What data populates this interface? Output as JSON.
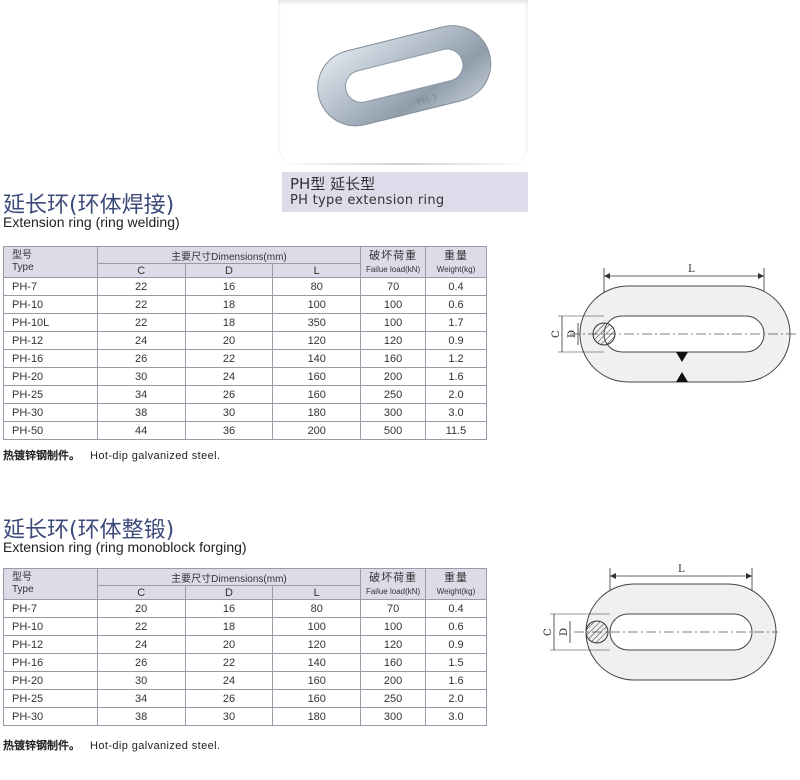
{
  "caption": {
    "cn": "PH型 延长型",
    "en": "PH type extension ring"
  },
  "sections": [
    {
      "title": "延长环(环体焊接)",
      "subtitle": "Extension ring (ring welding)",
      "header": {
        "type_cn": "型号",
        "type_en": "Type",
        "dimensions": "主要尺寸Dimensions(mm)",
        "c": "C",
        "d": "D",
        "l": "L",
        "failure_cn": "破坏荷重",
        "failure_en": "Failue load(kN)",
        "weight_cn": "重量",
        "weight_en": "Weight(kg)"
      },
      "rows": [
        [
          "PH-7",
          "22",
          "16",
          "80",
          "70",
          "0.4"
        ],
        [
          "PH-10",
          "22",
          "18",
          "100",
          "100",
          "0.6"
        ],
        [
          "PH-10L",
          "22",
          "18",
          "350",
          "100",
          "1.7"
        ],
        [
          "PH-12",
          "24",
          "20",
          "120",
          "120",
          "0.9"
        ],
        [
          "PH-16",
          "26",
          "22",
          "140",
          "160",
          "1.2"
        ],
        [
          "PH-20",
          "30",
          "24",
          "160",
          "200",
          "1.6"
        ],
        [
          "PH-25",
          "34",
          "26",
          "160",
          "250",
          "2.0"
        ],
        [
          "PH-30",
          "38",
          "30",
          "180",
          "300",
          "3.0"
        ],
        [
          "PH-50",
          "44",
          "36",
          "200",
          "500",
          "11.5"
        ]
      ],
      "note_cn": "热镀锌钢制件。",
      "note_en": "Hot-dip galvanized steel.",
      "diagram": {
        "l": "L",
        "c": "C",
        "d": "D"
      }
    },
    {
      "title": "延长环(环体整锻)",
      "subtitle": "Extension ring  (ring monoblock forging)",
      "header": {
        "type_cn": "型号",
        "type_en": "Type",
        "dimensions": "主要尺寸Dimensions(mm)",
        "c": "C",
        "d": "D",
        "l": "L",
        "failure_cn": "破坏荷重",
        "failure_en": "Failue load(kN)",
        "weight_cn": "重量",
        "weight_en": "Weight(kg)"
      },
      "rows": [
        [
          "PH-7",
          "20",
          "16",
          "80",
          "70",
          "0.4"
        ],
        [
          "PH-10",
          "22",
          "18",
          "100",
          "100",
          "0.6"
        ],
        [
          "PH-12",
          "24",
          "20",
          "120",
          "120",
          "0.9"
        ],
        [
          "PH-16",
          "26",
          "22",
          "140",
          "160",
          "1.5"
        ],
        [
          "PH-20",
          "30",
          "24",
          "160",
          "200",
          "1.6"
        ],
        [
          "PH-25",
          "34",
          "26",
          "160",
          "250",
          "2.0"
        ],
        [
          "PH-30",
          "38",
          "30",
          "180",
          "300",
          "3.0"
        ]
      ],
      "note_cn": "热镀锌钢制件。",
      "note_en": "Hot-dip galvanized steel.",
      "diagram": {
        "l": "L",
        "c": "C",
        "d": "D"
      }
    }
  ]
}
